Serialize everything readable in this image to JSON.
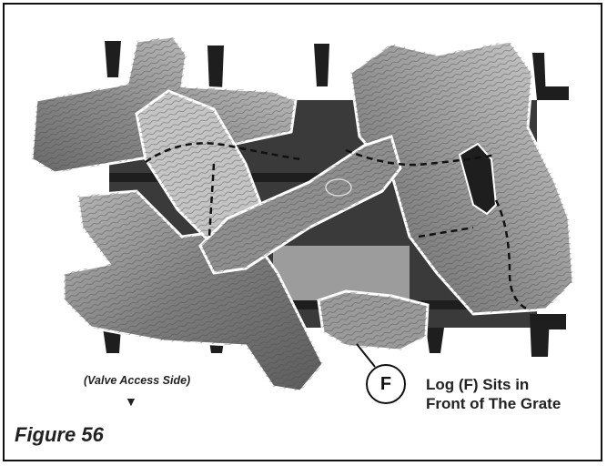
{
  "valve_access_label": "(Valve Access Side)",
  "callout": {
    "letter": "F",
    "line1": "Log (F) Sits in",
    "line2": "Front of The Grate"
  },
  "figure_caption": "Figure 56",
  "illustration": {
    "subject": "gas fireplace log set arrangement on grate",
    "colors": {
      "log_fill": "#8a8a8a",
      "grate": "#1e1e1e",
      "outline": "#ffffff"
    }
  }
}
